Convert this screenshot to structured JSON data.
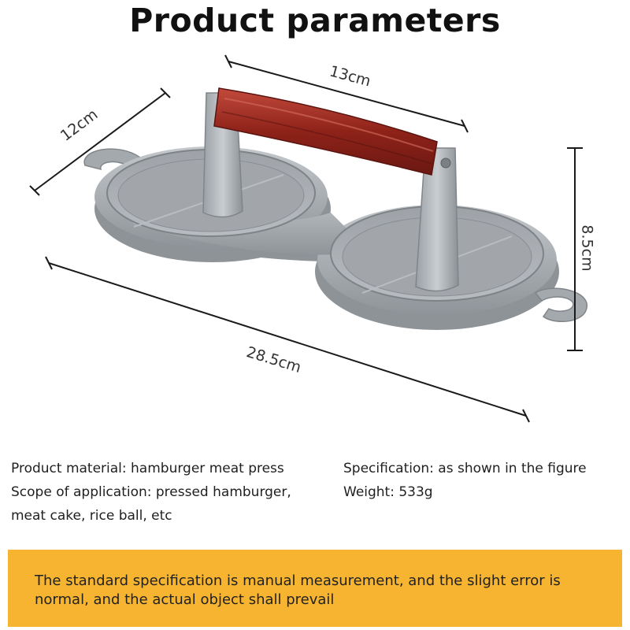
{
  "title": "Product parameters",
  "dimensions": {
    "top_width": "13cm",
    "side_depth": "12cm",
    "height": "8.5cm",
    "overall_length": "28.5cm"
  },
  "specs": {
    "left": [
      "Product material: hamburger meat press",
      "Scope of application: pressed hamburger,",
      "meat cake, rice ball, etc"
    ],
    "right": [
      "Specification: as shown in the figure",
      "Weight: 533g"
    ]
  },
  "notice": "The standard specification is manual measurement, and the slight error is normal, and the actual object shall prevail",
  "colors": {
    "notice_background": "#f6b431",
    "handle": "#9a2a22",
    "metal": "#a9adb2"
  }
}
